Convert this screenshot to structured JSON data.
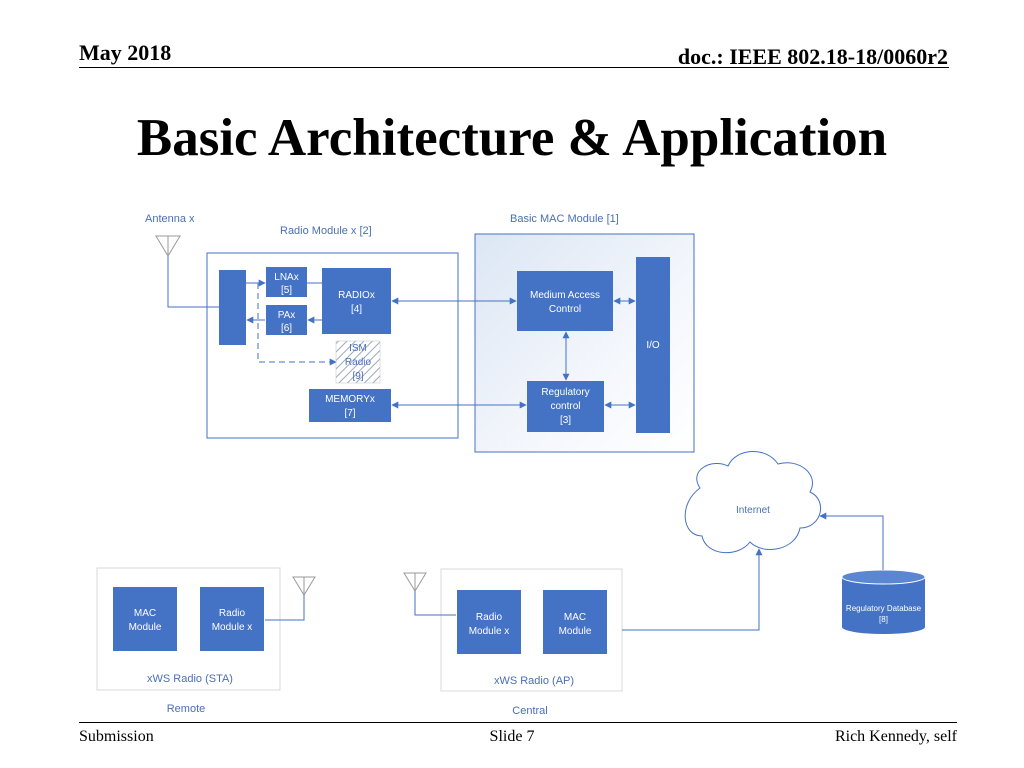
{
  "header": {
    "date": "May 2018",
    "doc": "doc.: IEEE 802.18-18/0060r2"
  },
  "title": "Basic Architecture & Application",
  "diagram": {
    "antenna_label": "Antenna x",
    "radio_module_label": "Radio Module x [2]",
    "mac_module_label": "Basic MAC Module [1]",
    "lna": [
      "LNAx",
      "[5]"
    ],
    "pa": [
      "PAx",
      "[6]"
    ],
    "radio": [
      "RADIOx",
      "[4]"
    ],
    "ism": [
      "ISM",
      "Radio",
      "[9]"
    ],
    "memory": [
      "MEMORYx",
      "[7]"
    ],
    "mac_ctrl": [
      "Medium Access",
      "Control"
    ],
    "reg_ctrl": [
      "Regulatory",
      "control",
      "[3]"
    ],
    "io": "I/O",
    "internet": "Internet",
    "sta_mac": [
      "MAC",
      "Module"
    ],
    "sta_radio": [
      "Radio",
      "Module x"
    ],
    "sta_label": "xWS Radio (STA)",
    "remote_label": "Remote",
    "ap_radio": [
      "Radio",
      "Module x"
    ],
    "ap_mac": [
      "MAC",
      "Module"
    ],
    "ap_label": "xWS Radio (AP)",
    "central_label": "Central",
    "reg_db": [
      "Regulatory Database",
      "[8]"
    ]
  },
  "footer": {
    "left": "Submission",
    "center": "Slide 7",
    "right": "Rich Kennedy, self"
  },
  "colors": {
    "block": "#4472c4",
    "line": "#4472c4",
    "label": "#4a6fb5",
    "frame": "#bfbfbf"
  }
}
